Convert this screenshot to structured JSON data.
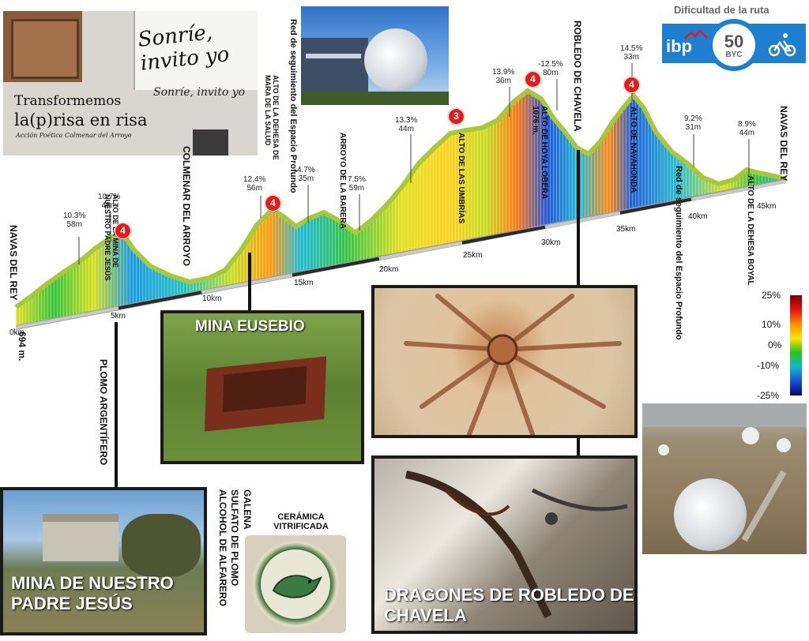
{
  "difficulty": {
    "title": "Dificultad de la ruta",
    "logo": "ibp",
    "score": "50",
    "unit": "BYC",
    "icon": "cyclist-icon",
    "brand_color": "#1e7fd0",
    "logo_accent": "#e21b1b"
  },
  "elevation": {
    "start_km": "0km",
    "start_alt": "694 m.",
    "peak_alt": "1076 m."
  },
  "km_ticks": [
    "5km",
    "10km",
    "15km",
    "20km",
    "25km",
    "30km",
    "35km",
    "40km",
    "45km"
  ],
  "places": {
    "navas_start": "NAVAS DEL REY",
    "mina_nuestro_padre": "ALTO DE LA MINA DE NUESTRO PADRE JESÚS",
    "colmenar": "COLMENAR DEL ARROYO",
    "alto_dehesa_mara": "ALTO DE LA DEHESA DE MARA DE LA SALUD",
    "red_seguimiento_top": "Red de seguimiento del Espacio Profundo",
    "arroyo_barera": "ARROYO DE LA BARERA",
    "alto_umbrias": "ALTO DE LAS UMBRÍAS",
    "alto_hoya_lobera": "ALTO DE HOYA LOBERA 1076 m.",
    "robledo": "ROBLEDO DE CHAVELA",
    "alto_navahonda": "ALTO DE NAVAHONDA",
    "red_seguimiento_bottom": "Red de seguimiento del Espacio Profundo",
    "alto_dehesa_boyal": "ALTO DE LA DEHESA BOYAL",
    "navas_end": "NAVAS DEL REY",
    "plomo": "PLOMO ARGENTÍFERO",
    "galena": "GALENA",
    "sulfato": "SULFATO DE PLOMO",
    "alcohol": "ALCOHOL DE ALFARERO"
  },
  "grades": [
    {
      "pct": "10.3%",
      "len": "58m"
    },
    {
      "pct": "10.7%",
      "len": "45m"
    },
    {
      "pct": "12.4%",
      "len": "56m"
    },
    {
      "pct": "4.7%",
      "len": "35m"
    },
    {
      "pct": "7.5%",
      "len": "59m"
    },
    {
      "pct": "13.3%",
      "len": "44m"
    },
    {
      "pct": "13.9%",
      "len": "36m"
    },
    {
      "pct": "-12.5%",
      "len": "80m"
    },
    {
      "pct": "14.5%",
      "len": "33m"
    },
    {
      "pct": "9.2%",
      "len": "31m"
    },
    {
      "pct": "8.9%",
      "len": "44m"
    }
  ],
  "climb_categories": [
    "4",
    "4",
    "3",
    "4",
    "4"
  ],
  "legend": {
    "ticks": [
      "25%",
      "10%",
      "0%",
      "-10%",
      "-25%"
    ],
    "colors": [
      "#7a0000",
      "#e81010",
      "#ff8c00",
      "#ffe600",
      "#27c21b",
      "#12b8c8",
      "#1a4fd8",
      "#08086a"
    ]
  },
  "photos": {
    "sonrie": {
      "line1": "Sonríe, invito yo",
      "line2": "Transformemos",
      "line3": "la(p)risa en risa",
      "line4": "Sonríe, invito yo",
      "line5": "Acción Poética Colmenar del Arroyo"
    },
    "mina_eusebio": "MINA EUSEBIO",
    "ceramica": "CERÁMICA VITRIFICADA",
    "mina_padre_jesus": "MINA DE NUESTRO PADRE JESÚS",
    "dragones": "DRAGONES DE ROBLEDO DE CHAVELA"
  }
}
